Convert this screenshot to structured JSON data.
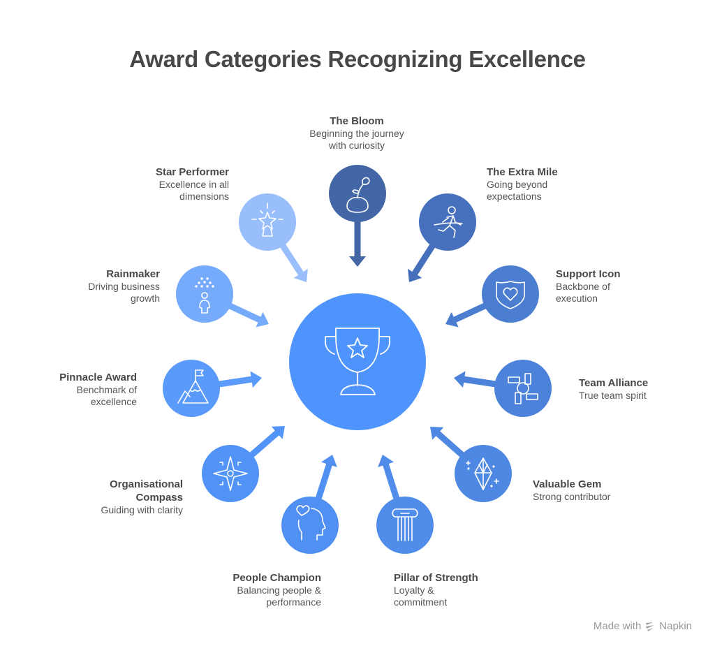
{
  "title": "Award Categories Recognizing Excellence",
  "center": {
    "icon": "trophy-icon",
    "color": "#4f94fc"
  },
  "awards": [
    {
      "name": "The Bloom",
      "desc": [
        "Beginning the journey",
        "with curiosity"
      ],
      "icon": "flower-vase-icon",
      "color": "#4366a6"
    },
    {
      "name": "The Extra Mile",
      "desc": [
        "Going beyond",
        "expectations"
      ],
      "icon": "runner-finish-icon",
      "color": "#466fbc"
    },
    {
      "name": "Support Icon",
      "desc": [
        "Backbone of",
        "execution"
      ],
      "icon": "shield-heart-icon",
      "color": "#4b7ed0"
    },
    {
      "name": "Team Alliance",
      "desc": [
        "True team spirit"
      ],
      "icon": "hands-together-icon",
      "color": "#4c82d9"
    },
    {
      "name": "Valuable Gem",
      "desc": [
        "Strong contributor"
      ],
      "icon": "gem-icon",
      "color": "#4e88e2"
    },
    {
      "name": "Pillar of Strength",
      "desc": [
        "Loyalty &",
        "commitment"
      ],
      "icon": "pillar-icon",
      "color": "#508ce9"
    },
    {
      "name": "People Champion",
      "desc": [
        "Balancing people &",
        "performance"
      ],
      "icon": "head-heart-icon",
      "color": "#5090f3"
    },
    {
      "name": "Organisational Compass",
      "desc": [
        "Guiding with clarity"
      ],
      "icon": "compass-star-icon",
      "color": "#5293f8"
    },
    {
      "name": "Pinnacle Award",
      "desc": [
        "Benchmark of",
        "excellence"
      ],
      "icon": "mountain-flag-icon",
      "color": "#5a9afb"
    },
    {
      "name": "Rainmaker",
      "desc": [
        "Driving business",
        "growth"
      ],
      "icon": "person-rain-icon",
      "color": "#76aafb"
    },
    {
      "name": "Star Performer",
      "desc": [
        "Excellence in all",
        "dimensions"
      ],
      "icon": "star-sparkle-icon",
      "color": "#98befb"
    }
  ],
  "footer": {
    "text": "Made with",
    "brand": "Napkin",
    "icon": "napkin-logo-icon"
  }
}
